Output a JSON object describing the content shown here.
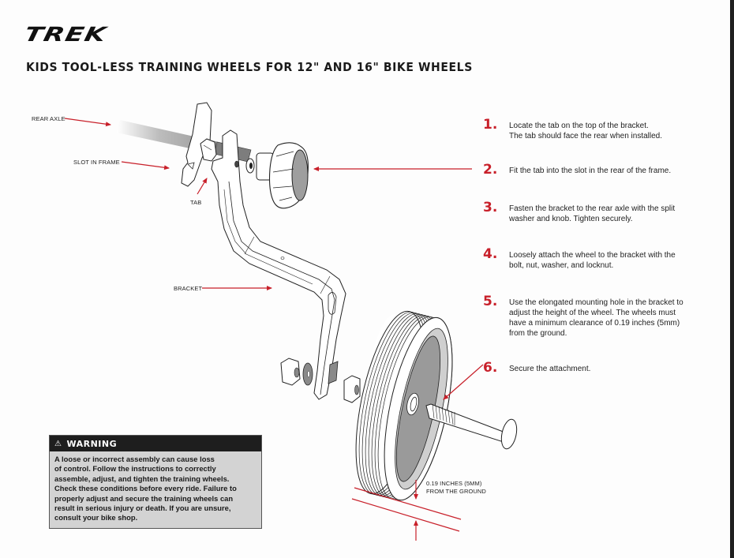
{
  "brand": {
    "logo_text": "TREK"
  },
  "page_title": "KIDS TOOL-LESS TRAINING WHEELS FOR 12\" AND 16\" BIKE WHEELS",
  "colors": {
    "accent_red": "#c8202a",
    "warning_header": "#1e1e1e",
    "warning_body": "#d3d3d3"
  },
  "diagram_labels": {
    "rear_axle": "REAR AXLE",
    "slot_in_frame": "SLOT IN FRAME",
    "tab": "TAB",
    "bracket": "BRACKET",
    "clearance_line1": "0.19 INCHES (5MM)",
    "clearance_line2": "FROM THE GROUND"
  },
  "steps": [
    {
      "number": "1.",
      "text_line1": "Locate the tab on the top of the bracket.",
      "text_line2": "The tab should face the rear when installed."
    },
    {
      "number": "2.",
      "text_line1": "Fit the tab into the slot in the rear of the frame."
    },
    {
      "number": "3.",
      "text_line1": "Fasten the bracket to the rear axle with the split",
      "text_line2": "washer and knob. Tighten securely."
    },
    {
      "number": "4.",
      "text_line1": "Loosely attach the wheel to the bracket with the",
      "text_line2": "bolt, nut, washer, and locknut."
    },
    {
      "number": "5.",
      "text_line1": "Use the elongated mounting hole in the bracket to",
      "text_line2": "adjust the height of the wheel. The wheels must",
      "text_line3": "have a minimum clearance of 0.19 inches (5mm)",
      "text_line4": "from the ground."
    },
    {
      "number": "6.",
      "text_line1": "Secure the attachment."
    }
  ],
  "warning": {
    "icon": "warning-triangle-icon",
    "title": "WARNING",
    "lines": [
      "A loose or incorrect assembly can cause loss",
      "of control. Follow the instructions to correctly",
      "assemble, adjust, and tighten the training wheels.",
      "Check these conditions before every ride. Failure to",
      "properly adjust and secure the training wheels can",
      "result in serious injury or death. If you are unsure,",
      "consult your bike shop."
    ]
  }
}
